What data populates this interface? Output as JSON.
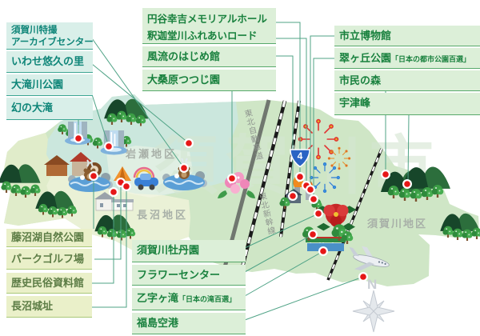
{
  "watermark": "須賀川市",
  "compass_north": "N",
  "districts": {
    "iwase": "岩瀬地区",
    "naganuma": "長沼地区",
    "sukagawa": "須賀川地区"
  },
  "roads": {
    "expressway": "東北自動車道",
    "shinkansen": "東北新幹線",
    "route_number": "4"
  },
  "labels": {
    "iwase_group": [
      {
        "text": "須賀川特撮",
        "text2": "アーカイブセンター"
      },
      {
        "text": "いわせ悠久の里"
      },
      {
        "text": "大滝川公園"
      },
      {
        "text": "幻の大滝"
      }
    ],
    "center_group": [
      {
        "text": "円谷幸吉メモリアルホール"
      },
      {
        "text": "釈迦堂川ふれあいロード"
      },
      {
        "text": "風流のはじめ館"
      },
      {
        "text": "大桑原つつじ園"
      }
    ],
    "east_group": [
      {
        "text": "市立博物館"
      },
      {
        "text": "翠ヶ丘公園",
        "note": "「日本の都市公園百選」"
      },
      {
        "text": "市民の森"
      },
      {
        "text": "宇津峰"
      }
    ],
    "naganuma_group": [
      {
        "text": "藤沼湖自然公園"
      },
      {
        "text": "パークゴルフ場"
      },
      {
        "text": "歴史民俗資料館"
      },
      {
        "text": "長沼城址"
      }
    ],
    "south_group": [
      {
        "text": "須賀川牡丹園"
      },
      {
        "text": "フラワーセンター"
      },
      {
        "text": "乙字ヶ滝",
        "note": "「日本の滝百選」"
      },
      {
        "text": "福島空港"
      }
    ]
  },
  "colors": {
    "marker_red": "#e61717",
    "teal_label_text": "#0e8578",
    "green_label_text": "#19813e",
    "olive_label_text": "#5d7d46",
    "iwase_region": "#cbe7dd",
    "naganuma_region": "#eaf1d6",
    "sukagawa_region": "#cfe6c6",
    "route_sign_blue": "#2a63c4"
  }
}
